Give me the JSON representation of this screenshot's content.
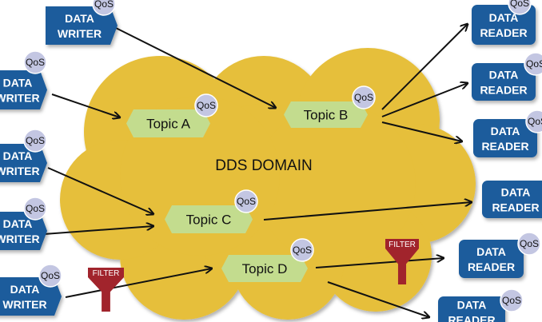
{
  "domain_label": "DDS DOMAIN",
  "qos_label": "QoS",
  "filter_label": "FILTER",
  "writers": [
    {
      "line1": "DATA",
      "line2": "WRITER"
    },
    {
      "line1": "DATA",
      "line2": "WRITER"
    },
    {
      "line1": "DATA",
      "line2": "WRITER"
    },
    {
      "line1": "DATA",
      "line2": "WRITER"
    },
    {
      "line1": "DATA",
      "line2": "WRITER"
    }
  ],
  "readers": [
    {
      "line1": "DATA",
      "line2": "READER"
    },
    {
      "line1": "DATA",
      "line2": "READER"
    },
    {
      "line1": "DATA",
      "line2": "READER"
    },
    {
      "line1": "DATA",
      "line2": "READER"
    },
    {
      "line1": "DATA",
      "line2": "READER"
    },
    {
      "line1": "DATA",
      "line2": "READER"
    }
  ],
  "topics": [
    "Topic A",
    "Topic B",
    "Topic C",
    "Topic D"
  ],
  "colors": {
    "cloud": "#e6bf3a",
    "node": "#1b5c9c",
    "topic": "#c3dc8e",
    "qos": "#c3c6e2",
    "filter": "#a1242c"
  }
}
